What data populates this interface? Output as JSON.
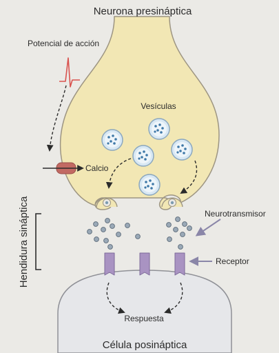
{
  "labels": {
    "top_title": "Neurona presináptica",
    "action_potential": "Potencial de acción",
    "vesicles": "Vesículas",
    "calcium": "Calcio",
    "neurotransmitter": "Neurotransmisor",
    "synaptic_cleft": "Hendidura sináptica",
    "receptor": "Receptor",
    "response": "Respuesta",
    "bottom_title": "Célula posináptica"
  },
  "colors": {
    "background": "#ebeae6",
    "presynaptic_fill": "#f2e7b4",
    "presynaptic_stroke": "#9d9582",
    "postsynaptic_fill": "#e6e7ea",
    "postsynaptic_stroke": "#8f9096",
    "vesicle_outer": "#d8e8f4",
    "vesicle_dots": "#3f79a8",
    "neurotransmitter": "#9aa9b7",
    "receptor": "#a993c2",
    "calcium_channel": "#c26a63",
    "action_potential_trace": "#d9534f"
  }
}
